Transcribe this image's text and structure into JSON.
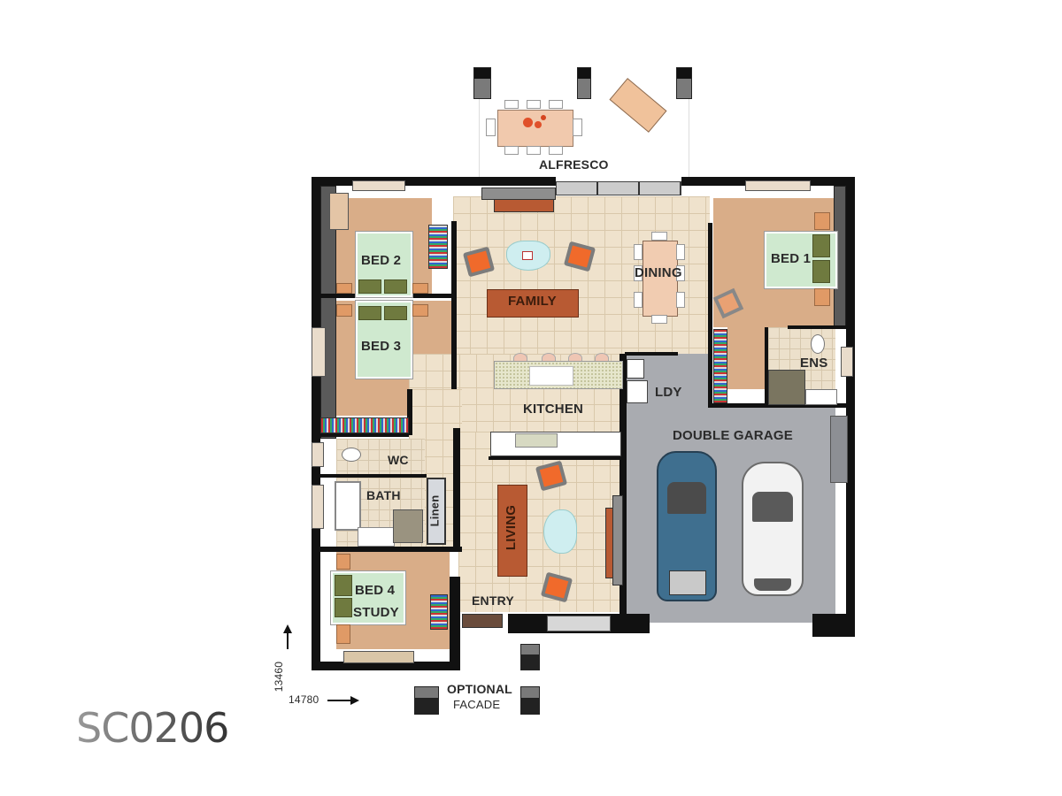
{
  "plan": {
    "code": "SC0206",
    "dimensions": {
      "depth_label": "13460",
      "width_label": "14780"
    },
    "rooms": {
      "alfresco": "ALFRESCO",
      "bed2": "BED 2",
      "bed3": "BED 3",
      "family": "FAMILY",
      "dining": "DINING",
      "bed1": "BED 1",
      "ens": "ENS",
      "ldy": "LDY",
      "kitchen": "KITCHEN",
      "double_garage": "DOUBLE GARAGE",
      "wc": "WC",
      "bath": "BATH",
      "linen": "Linen",
      "living": "LIVING",
      "bed4_line1": "BED 4",
      "bed4_line2": "STUDY",
      "entry": "ENTRY"
    },
    "facade": {
      "line1": "OPTIONAL",
      "line2": "FACADE"
    },
    "colors": {
      "wall": "#111111",
      "carpet": "#d9ad88",
      "tile": "#efe2cc",
      "garage_floor": "#a9abb0",
      "bed_linen": "#cfe9cf",
      "accent_chair": "#f06a2b",
      "sofa": "#b85a33",
      "car_blue": "#3f6f8f",
      "car_white": "#f2f2f2"
    }
  }
}
